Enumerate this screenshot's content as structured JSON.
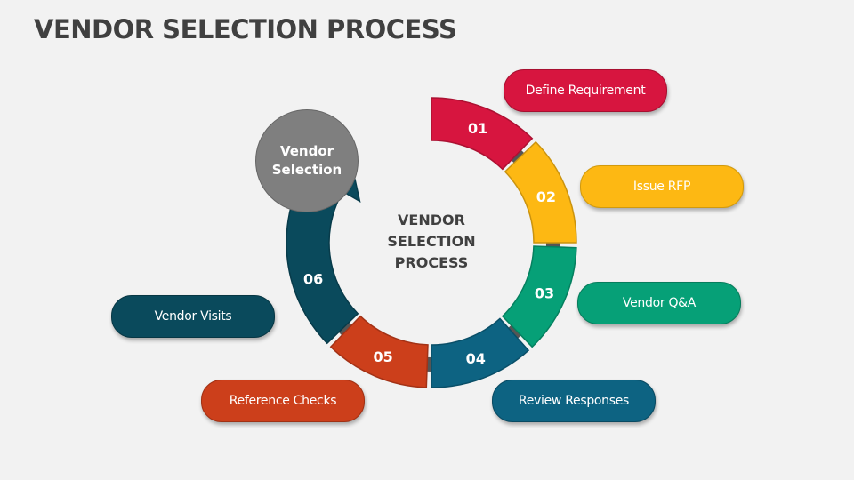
{
  "title": "VENDOR SELECTION PROCESS",
  "center": {
    "line1": "VENDOR",
    "line2": "SELECTION",
    "line3": "PROCESS"
  },
  "goal": {
    "line1": "Vendor",
    "line2": "Selection",
    "color": "#7f7f7f"
  },
  "steps": [
    {
      "number": "01",
      "label": "Define Requirement",
      "color": "#d7153f"
    },
    {
      "number": "02",
      "label": "Issue RFP",
      "color": "#fdb813"
    },
    {
      "number": "03",
      "label": "Vendor Q&A",
      "color": "#06a077"
    },
    {
      "number": "04",
      "label": "Review Responses",
      "color": "#0d6382"
    },
    {
      "number": "05",
      "label": "Reference Checks",
      "color": "#cc3f1b"
    },
    {
      "number": "06",
      "label": "Vendor Visits",
      "color": "#0a4a5c"
    }
  ]
}
